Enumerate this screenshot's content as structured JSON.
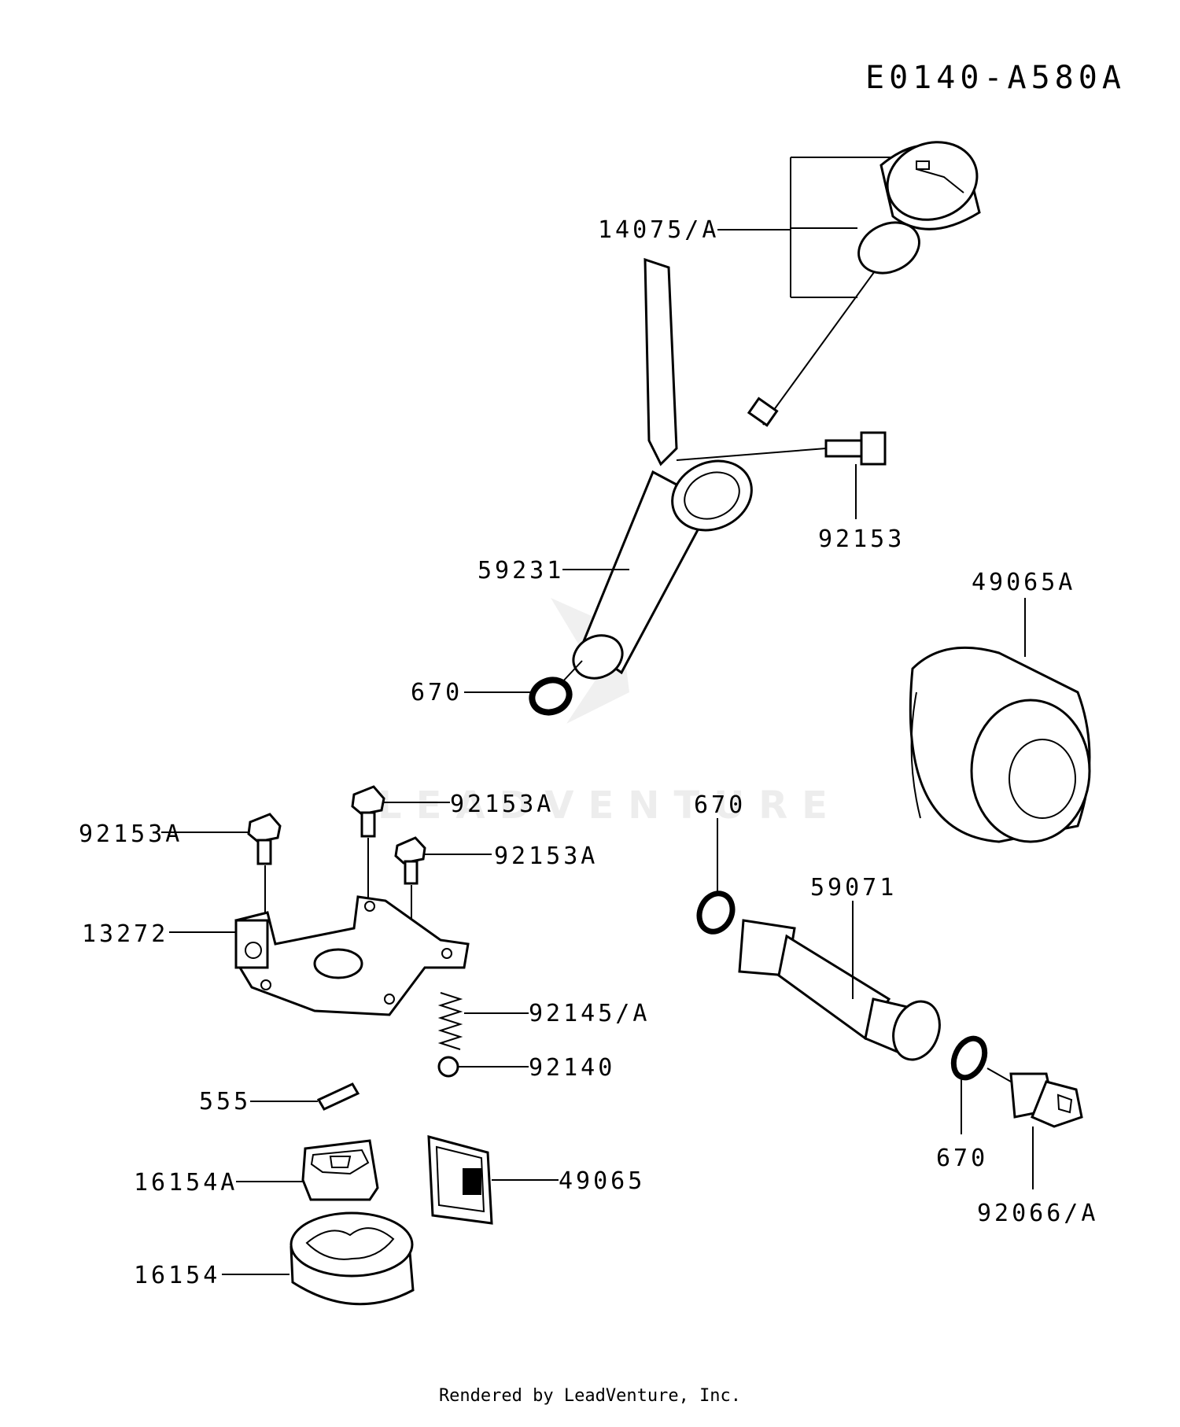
{
  "diagram": {
    "id": "E0140-A580A",
    "watermark": "LEADVENTURE",
    "credit": "Rendered by LeadVenture, Inc.",
    "callouts": {
      "dipstick": "14075/A",
      "bolt_top": "92153",
      "oil_filler_tube": "59231",
      "oring_tube": "670",
      "oil_filter": "49065A",
      "bolt_a1": "92153A",
      "bolt_a2": "92153A",
      "bolt_a3": "92153A",
      "oring_pipe": "670",
      "oil_pipe": "59071",
      "plate": "13272",
      "spring": "92145/A",
      "ball": "92140",
      "pin": "555",
      "rotor_inner": "16154A",
      "screen": "49065",
      "rotor_outer": "16154",
      "oring_plug": "670",
      "drain_plug": "92066/A"
    }
  }
}
